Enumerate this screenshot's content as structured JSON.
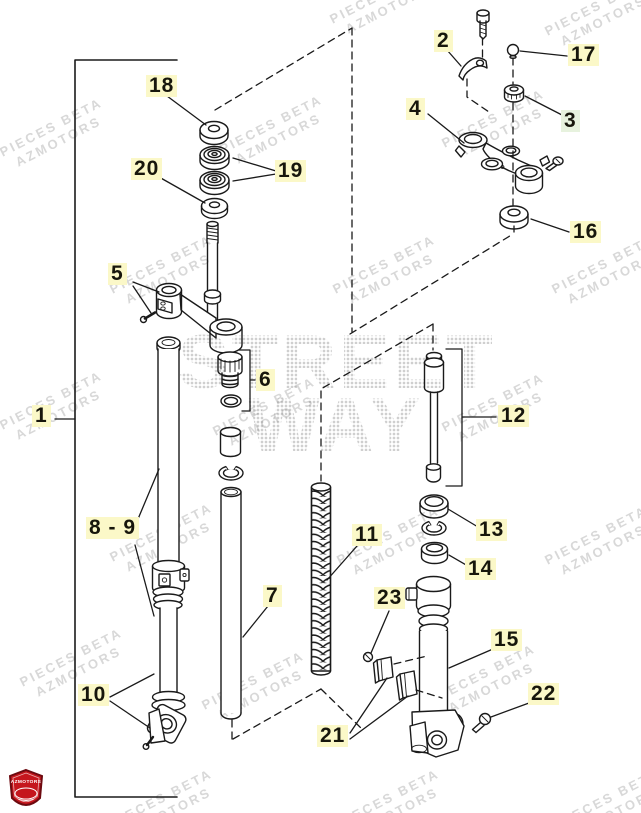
{
  "colors": {
    "hl-yellow": "#fbf8c8",
    "hl-green": "#e7f2de",
    "line": "#1a1a1a",
    "wm": "#b9b9b9",
    "logo-red": "#c5161d"
  },
  "watermark": {
    "line1": "PIECES BETA",
    "line2": "AZMOTORS"
  },
  "watermark_big": {
    "line1": "STREET",
    "line2": "WAY"
  },
  "logo": {
    "text": "AZMOTORS"
  },
  "labels": [
    {
      "id": "1",
      "text": "1"
    },
    {
      "id": "2",
      "text": "2"
    },
    {
      "id": "3",
      "text": "3"
    },
    {
      "id": "4",
      "text": "4"
    },
    {
      "id": "5",
      "text": "5"
    },
    {
      "id": "6",
      "text": "6"
    },
    {
      "id": "7",
      "text": "7"
    },
    {
      "id": "8-9",
      "text": "8 - 9"
    },
    {
      "id": "10",
      "text": "10"
    },
    {
      "id": "11",
      "text": "11"
    },
    {
      "id": "12",
      "text": "12"
    },
    {
      "id": "13",
      "text": "13"
    },
    {
      "id": "14",
      "text": "14"
    },
    {
      "id": "15",
      "text": "15"
    },
    {
      "id": "16",
      "text": "16"
    },
    {
      "id": "17",
      "text": "17"
    },
    {
      "id": "18",
      "text": "18"
    },
    {
      "id": "19",
      "text": "19"
    },
    {
      "id": "20",
      "text": "20"
    },
    {
      "id": "21",
      "text": "21"
    },
    {
      "id": "22",
      "text": "22"
    },
    {
      "id": "23",
      "text": "23"
    }
  ]
}
